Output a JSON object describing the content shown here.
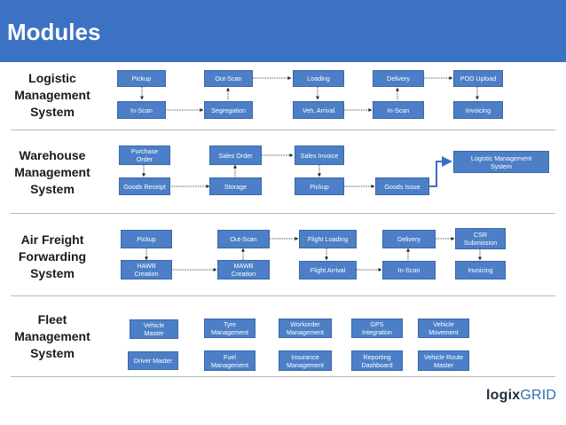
{
  "header": {
    "title": "Modules",
    "color": "#3b72c4"
  },
  "sections": {
    "lms": {
      "label": "Logistic\nManagement\nSystem",
      "boxes": [
        "Pickup",
        "Out-Scan",
        "Loading",
        "Delivery",
        "POD Upload",
        "In-Scan",
        "Segregation",
        "Veh. Arrival",
        "In-Scan",
        "Invoicing"
      ]
    },
    "wms": {
      "label": "Warehouse\nManagement\nSystem",
      "boxes": [
        "Purchase\nOrder",
        "Sales Order",
        "Sales Invoice",
        "Logistic Management\nSystem",
        "Goods Receipt",
        "Storage",
        "Pickup",
        "Goods Issue"
      ]
    },
    "afs": {
      "label": "Air Freight\nForwarding\nSystem",
      "boxes": [
        "Pickup",
        "Out-Scan",
        "Flight Loading",
        "Delivery",
        "CSR\nSubmission",
        "HAWB\nCreation",
        "MAWB\nCreation",
        "Flight Arrival",
        "In-Scan",
        "Invoicing"
      ]
    },
    "fms": {
      "label": "Fleet\nManagement\nSystem",
      "boxes": [
        "Vehicle\nMaster",
        "Tyre\nManagement",
        "Workorder\nManagement",
        "GPS\nIntegration",
        "Vehicle\nMovement",
        "Driver Master",
        "Fuel\nManagement",
        "Insurance\nManagement",
        "Reporting\nDashboard",
        "Vehicle Route\nMaster"
      ]
    }
  },
  "logo": {
    "part1": "logix",
    "part2": "GRID"
  },
  "colors": {
    "box": "#4c7fc7",
    "connector": "#222222",
    "arrow_blue": "#3a6fc0"
  }
}
